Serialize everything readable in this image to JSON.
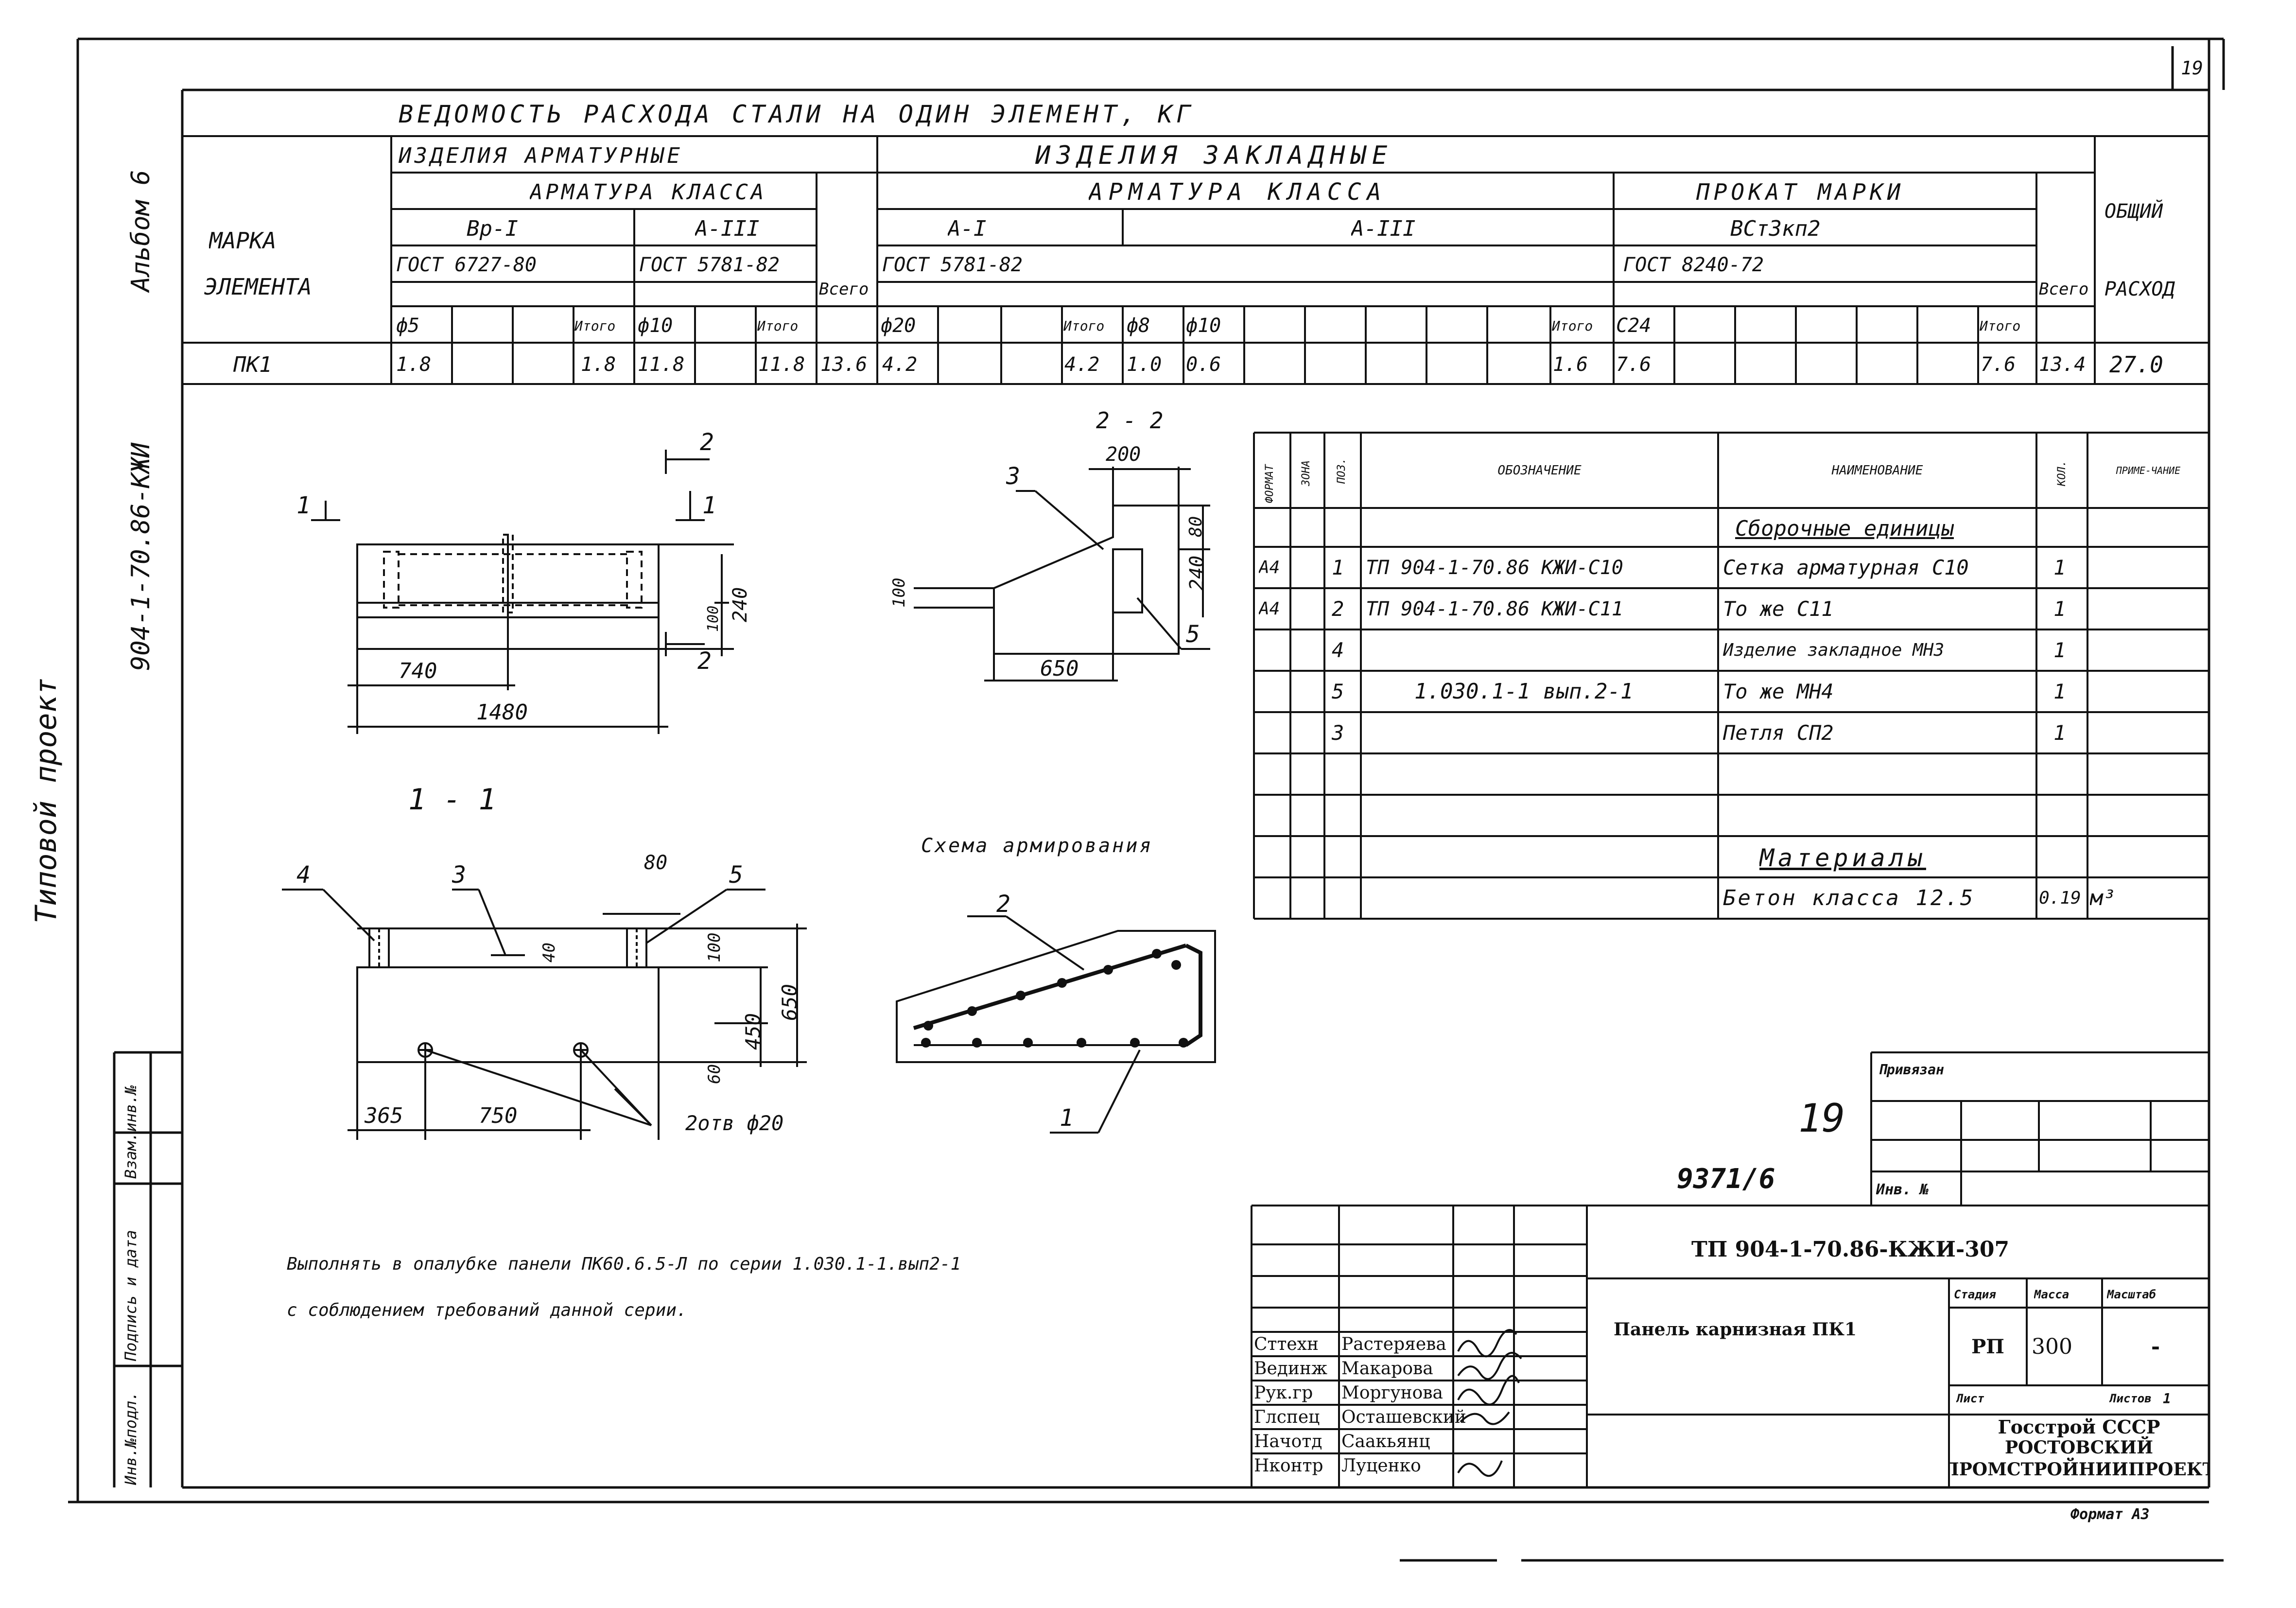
{
  "sheet_number": "19",
  "left_margin": {
    "project_text": "Типовой проект",
    "code_text": "904-1-70.86-КЖИ",
    "album_text": "Альбом 6",
    "stamp_labels": [
      "Инв.№подл.",
      "Подпись и дата",
      "Взам.инв.№"
    ]
  },
  "steel_table": {
    "title": "ВЕДОМОСТЬ РАСХОДА СТАЛИ НА ОДИН ЭЛЕМЕНТ, КГ",
    "mark_header": [
      "МАРКА",
      "ЭЛЕМЕНТА"
    ],
    "rebar_group": "ИЗДЕЛИЯ АРМАТУРНЫЕ",
    "embedded_group": "ИЗДЕЛИЯ ЗАКЛАДНЫЕ",
    "armature_class": "АРМАТУРА КЛАССА",
    "rolled_grade": "ПРОКАТ МАРКИ",
    "total_header": [
      "ОБЩИЙ",
      "РАСХОД"
    ],
    "vsego": "Всего",
    "itogo": "Итого",
    "bp1": "Вр-I",
    "a3": "А-III",
    "a1": "А-I",
    "vst": "ВСт3кп2",
    "gost_6727": "ГОСТ 6727-80",
    "gost_5781": "ГОСТ 5781-82",
    "gost_5781b": "ГОСТ 5781-82",
    "gost_8240": "ГОСТ 8240-72",
    "d5": "ф5",
    "d10": "ф10",
    "d20": "ф20",
    "d8": "ф8",
    "d10b": "ф10",
    "c24": "С24",
    "row": {
      "mark": "ПК1",
      "v_d5": "1.8",
      "v_itogo1": "1.8",
      "v_d10": "11.8",
      "v_itogo2": "11.8",
      "v_vsego1": "13.6",
      "v_d20": "4.2",
      "v_itogo3": "4.2",
      "v_d8": "1.0",
      "v_d10b": "0.6",
      "v_itogo4": "1.6",
      "v_c24": "7.6",
      "v_itogo5": "7.6",
      "v_vsego2": "13.4",
      "v_total": "27.0"
    }
  },
  "spec_table": {
    "headers": [
      "ФОРМАТ",
      "ЗОНА",
      "ПОЗ.",
      "ОБОЗНАЧЕНИЕ",
      "НАИМЕНОВАНИЕ",
      "КОЛ.",
      "ПРИМЕ-ЧАНИЕ"
    ],
    "assemblies_title": "Сборочные единицы",
    "rows": [
      {
        "format": "А4",
        "pos": "1",
        "designation": "ТП 904-1-70.86 КЖИ-С10",
        "name": "Сетка арматурная С10",
        "qty": "1"
      },
      {
        "format": "А4",
        "pos": "2",
        "designation": "ТП 904-1-70.86 КЖИ-С11",
        "name": "То же С11",
        "qty": "1"
      },
      {
        "format": "",
        "pos": "4",
        "designation": "",
        "name": "Изделие закладное МН3",
        "qty": "1"
      },
      {
        "format": "",
        "pos": "5",
        "designation": "1.030.1-1 вып.2-1",
        "name": "То же МН4",
        "qty": "1"
      },
      {
        "format": "",
        "pos": "3",
        "designation": "",
        "name": "Петля СП2",
        "qty": "1"
      }
    ],
    "materials_title": "Материалы",
    "material_name": "Бетон класса 12.5",
    "material_qty": "0.19",
    "material_unit": "м³"
  },
  "drawings": {
    "plan": {
      "dim_740": "740",
      "dim_1480": "1480",
      "dim_240": "240",
      "dim_100": "100",
      "cut1": "1",
      "cut2": "2"
    },
    "section22": {
      "title": "2 - 2",
      "dim_200": "200",
      "dim_80": "80",
      "dim_240": "240",
      "dim_100": "100",
      "dim_650": "650",
      "pos3": "3",
      "pos5": "5"
    },
    "section11": {
      "title": "1 - 1",
      "pos4": "4",
      "pos3": "3",
      "pos5": "5",
      "dim_80": "80",
      "dim_40": "40",
      "dim_100": "100",
      "dim_450": "450",
      "dim_650": "650",
      "dim_60": "60",
      "dim_365": "365",
      "dim_750": "750",
      "holes": "2отв ф20"
    },
    "scheme": {
      "title": "Схема армирования",
      "pos2": "2",
      "pos1": "1"
    }
  },
  "note_lines": [
    "Выполнять в опалубке панели ПК60.6.5-Л по серии 1.030.1-1.вып2-1",
    "с соблюдением требований данной серии."
  ],
  "handwritten": {
    "page": "19",
    "inv": "9371/6"
  },
  "privyazan": {
    "label": "Привязан",
    "inv_label": "Инв. №"
  },
  "title_block": {
    "code": "ТП 904-1-70.86-КЖИ-307",
    "name": "Панель карнизная ПК1",
    "stage_label": "Стадия",
    "mass_label": "Масса",
    "scale_label": "Масштаб",
    "stage": "РП",
    "mass": "300",
    "scale": "-",
    "sheet_label": "Лист",
    "sheets_label": "Листов",
    "sheets": "1",
    "org_line1": "Госстрой СССР",
    "org_line2": "РОСТОВСКИЙ",
    "org_line3": "ПРОМСТРОЙНИИПРОЕКТ",
    "staff": [
      {
        "role": "Сттехн",
        "name": "Растеряева"
      },
      {
        "role": "Вединж",
        "name": "Макарова"
      },
      {
        "role": "Рук.гр",
        "name": "Моргунова"
      },
      {
        "role": "Глспец",
        "name": "Осташевский"
      },
      {
        "role": "Начотд",
        "name": "Саакьянц"
      },
      {
        "role": "Нконтр",
        "name": "Луценко"
      }
    ]
  },
  "format": "Формат А3"
}
